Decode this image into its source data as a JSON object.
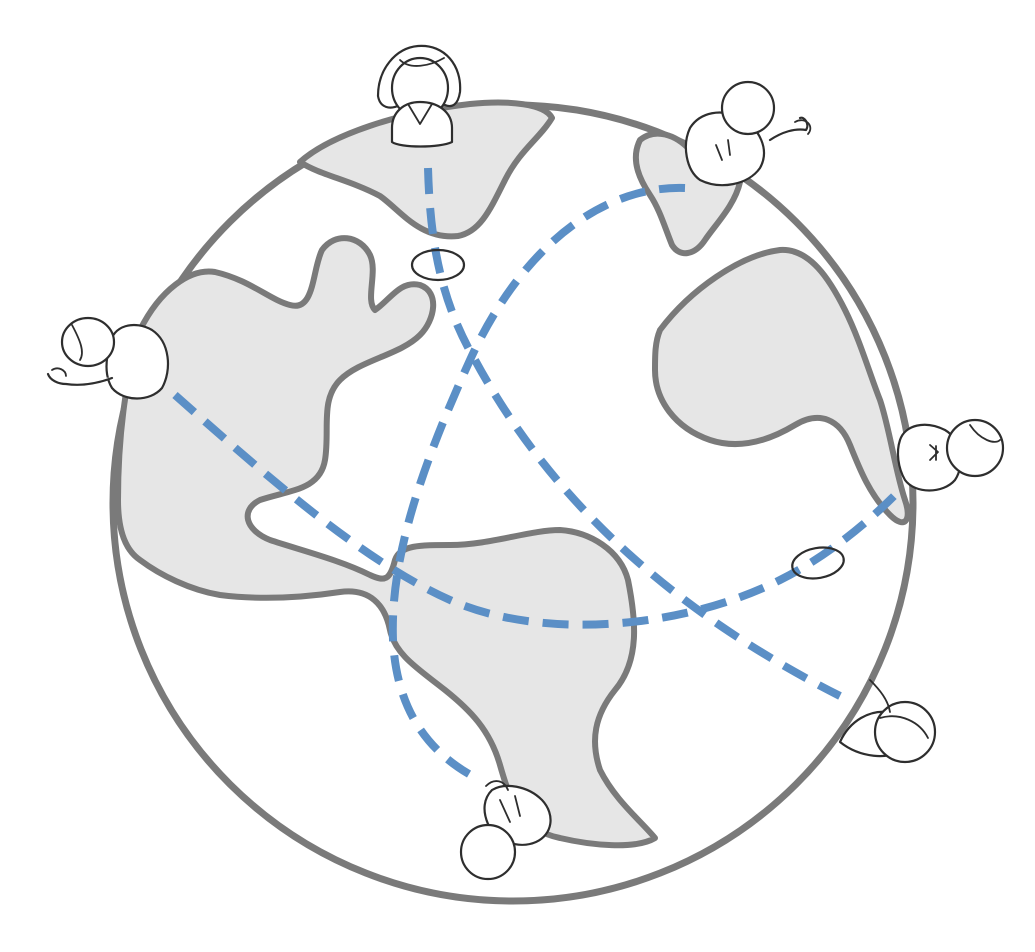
{
  "colors": {
    "land_fill": "#e6e6e6",
    "outline": "#7a7a7a",
    "connection": "#5b8fc6",
    "person_stroke": "#2e2e2e",
    "background": "#ffffff"
  },
  "icons": {
    "globe": "globe-icon",
    "connections": "dashed-connection-line",
    "people": [
      "person-woman-top",
      "person-waving-top-right",
      "person-waving-left",
      "person-right",
      "person-bottom-right",
      "person-bottom-center"
    ]
  }
}
